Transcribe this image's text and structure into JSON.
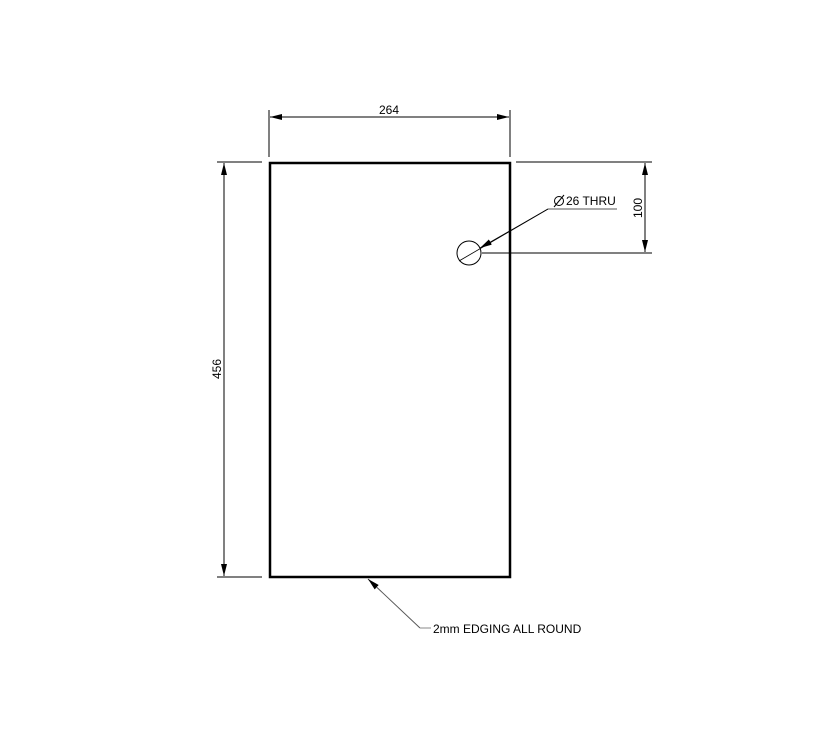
{
  "drawing": {
    "width_dim": "264",
    "height_dim": "456",
    "hole_offset_dim": "100",
    "hole_note": "Ø26 THRU",
    "hole_symbol": "⌀",
    "hole_text": "26 THRU",
    "edging_note": "2mm EDGING ALL ROUND"
  },
  "colors": {
    "line": "#000000",
    "leader": "#555555",
    "background": "#ffffff"
  }
}
